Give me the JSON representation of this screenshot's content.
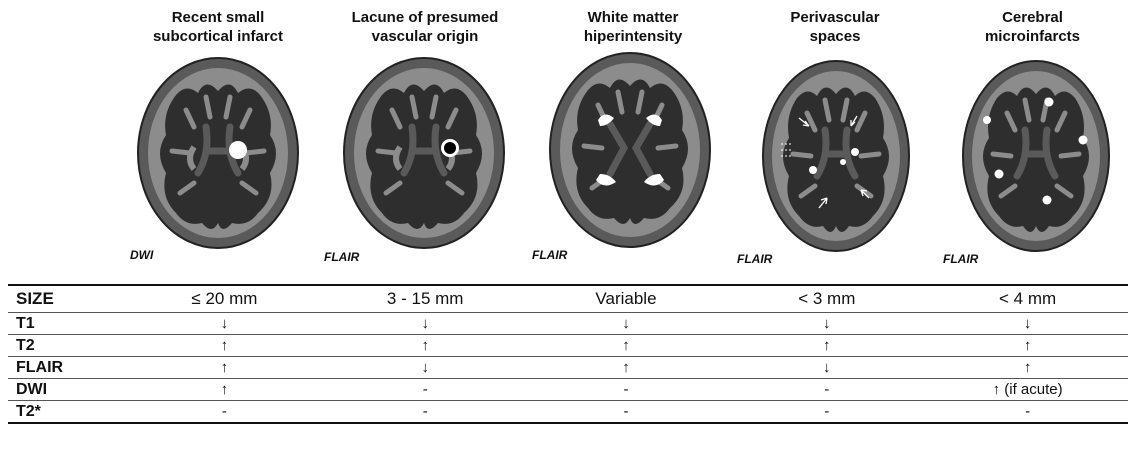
{
  "panels": [
    {
      "title_lines": [
        "Recent small",
        "subcortical infarct"
      ],
      "sequence": "DWI",
      "lesion": "single-large-white"
    },
    {
      "title_lines": [
        "Lacune of presumed",
        "vascular origin"
      ],
      "sequence": "FLAIR",
      "lesion": "ringed-cavity"
    },
    {
      "title_lines": [
        "White matter",
        "hiperintensity"
      ],
      "sequence": "FLAIR",
      "lesion": "periventricular-caps"
    },
    {
      "title_lines": [
        "Perivascular",
        "spaces"
      ],
      "sequence": "FLAIR",
      "lesion": "small-dots-arrows"
    },
    {
      "title_lines": [
        "Cerebral",
        "microinfarcts"
      ],
      "sequence": "FLAIR",
      "lesion": "scattered-dots"
    }
  ],
  "table": {
    "rows": [
      {
        "label": "SIZE",
        "cells": [
          "≤  20 mm",
          "3 - 15 mm",
          "Variable",
          "< 3 mm",
          "< 4 mm"
        ]
      },
      {
        "label": "T1",
        "cells": [
          "↓",
          "↓",
          "↓",
          "↓",
          "↓"
        ]
      },
      {
        "label": "T2",
        "cells": [
          "↑",
          "↑",
          "↑",
          "↑",
          "↑"
        ]
      },
      {
        "label": "FLAIR",
        "cells": [
          "↑",
          "↓",
          "↑",
          "↓",
          "↑"
        ]
      },
      {
        "label": "DWI",
        "cells": [
          "↑",
          "-",
          "-",
          "-",
          "↑ (if acute)"
        ]
      },
      {
        "label": "T2*",
        "cells": [
          "-",
          "-",
          "-",
          "-",
          "-"
        ]
      }
    ]
  },
  "colors": {
    "skull": "#5a5a5a",
    "brain_gray": "#8c8c8c",
    "white_matter": "#2e2e2e",
    "lesion": "#ffffff"
  }
}
